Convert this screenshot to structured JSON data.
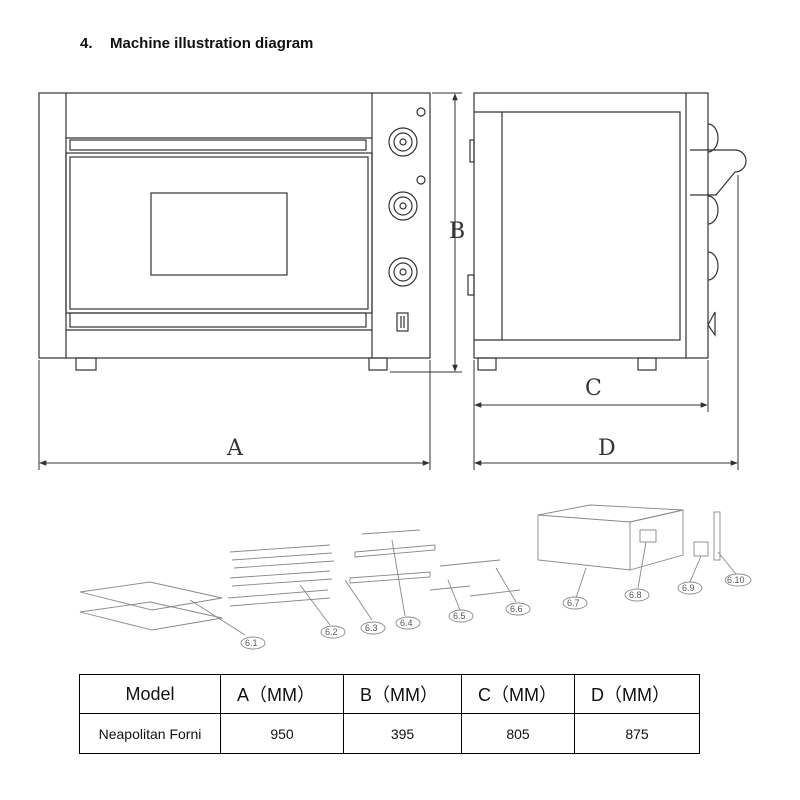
{
  "heading": {
    "number": "4.",
    "title": "Machine illustration diagram"
  },
  "dimensions": {
    "a": "A",
    "b": "B",
    "c": "C",
    "d": "D"
  },
  "callouts": [
    "6.1",
    "6.2",
    "6.3",
    "6.4",
    "6.5",
    "6.6",
    "6.7",
    "6.8",
    "6.9",
    "6.10"
  ],
  "table": {
    "headers": [
      "Model",
      "A（MM）",
      "B（MM）",
      "C（MM）",
      "D（MM）"
    ],
    "rows": [
      [
        "Neapolitan Forni",
        "950",
        "395",
        "805",
        "875"
      ]
    ]
  }
}
